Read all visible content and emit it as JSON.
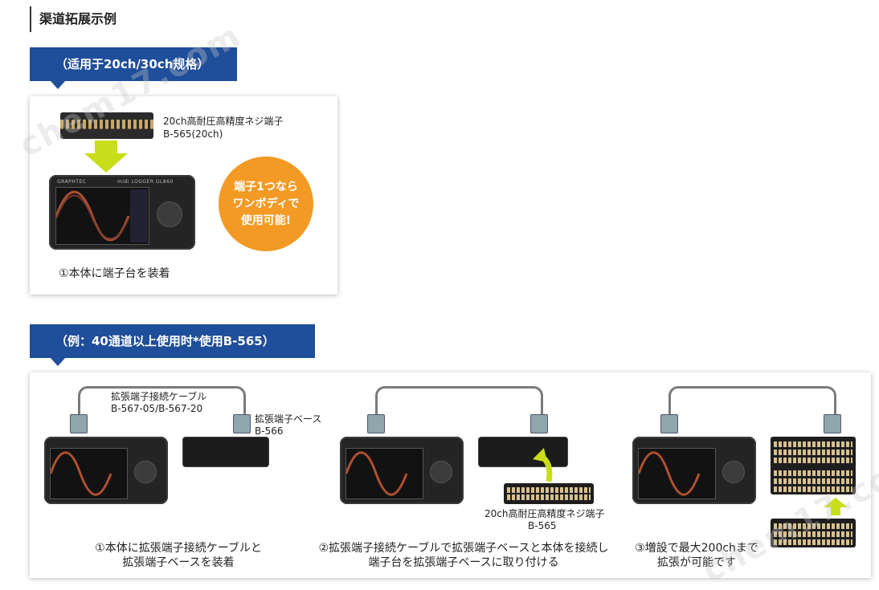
{
  "section_title": "渠道拓展示例",
  "banner1": "（适用于20ch/30ch规格）",
  "banner2": "（例：40通道以上使用时*使用B-565）",
  "panel1": {
    "terminal_label_line1": "20ch高耐圧高精度ネジ端子",
    "terminal_label_line2": "B-565(20ch)",
    "badge_lines": [
      "端子1つなら",
      "ワンボディで",
      "使用可能!"
    ],
    "caption": "①本体に端子台を装着"
  },
  "panel2": {
    "cable_label_line1": "拡張端子接続ケーブル",
    "cable_label_line2": "B-567-05/B-567-20",
    "base_label_line1": "拡張端子ベース",
    "base_label_line2": "B-566",
    "terminal_label_line1": "20ch高耐圧高精度ネジ端子",
    "terminal_label_line2": "B-565",
    "caption1_line1": "①本体に拡張端子接続ケーブルと",
    "caption1_line2": "拡張端子ベースを装着",
    "caption2_line1": "②拡張端子接続ケーブルで拡張端子ベースと本体を接続し",
    "caption2_line2": "端子台を拡張端子ベースに取り付ける",
    "caption3_line1": "③増設で最大200chまで",
    "caption3_line2": "拡張が可能です"
  },
  "device": {
    "brand": "GRAPHTEC",
    "model": "midi LOGGER GL860"
  },
  "watermark": "chem17.com",
  "colors": {
    "banner": "#1f4e9a",
    "badge": "#f39a24",
    "arrow": "#c9dd1a"
  }
}
